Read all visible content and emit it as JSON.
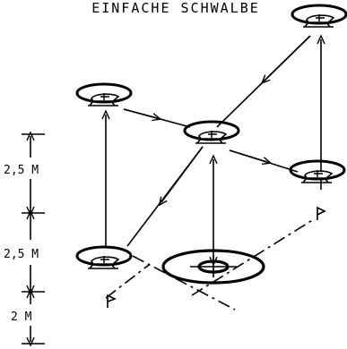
{
  "diagram": {
    "title": "EINFACHE SCHWALBE",
    "dimensions": [
      {
        "label": "2,5 M"
      },
      {
        "label": "2,5 M"
      },
      {
        "label": "2 M"
      }
    ]
  }
}
